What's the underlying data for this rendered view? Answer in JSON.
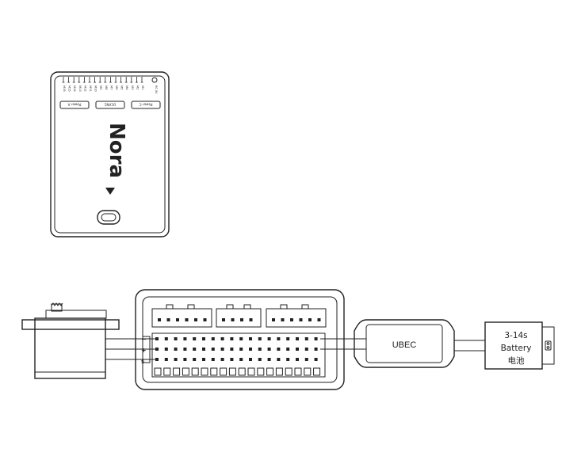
{
  "controller": {
    "logo": "Nora",
    "pin_labels": [
      "M16",
      "M15",
      "M14",
      "M13",
      "M12",
      "M11",
      "M10",
      "M9",
      "M8",
      "M7",
      "M6",
      "M5",
      "M4",
      "M3",
      "M2",
      "M1",
      "RC IN"
    ],
    "buttons": {
      "power_a": "Power A",
      "ucan": "UCAN1",
      "power_c": "Power C"
    }
  },
  "wiring": {
    "pin_symbols": [
      "−",
      "+",
      "S"
    ],
    "ubec_label": "UBEC",
    "battery": {
      "line1": "3-14s",
      "line2": "Battery",
      "line3": "电池"
    }
  }
}
